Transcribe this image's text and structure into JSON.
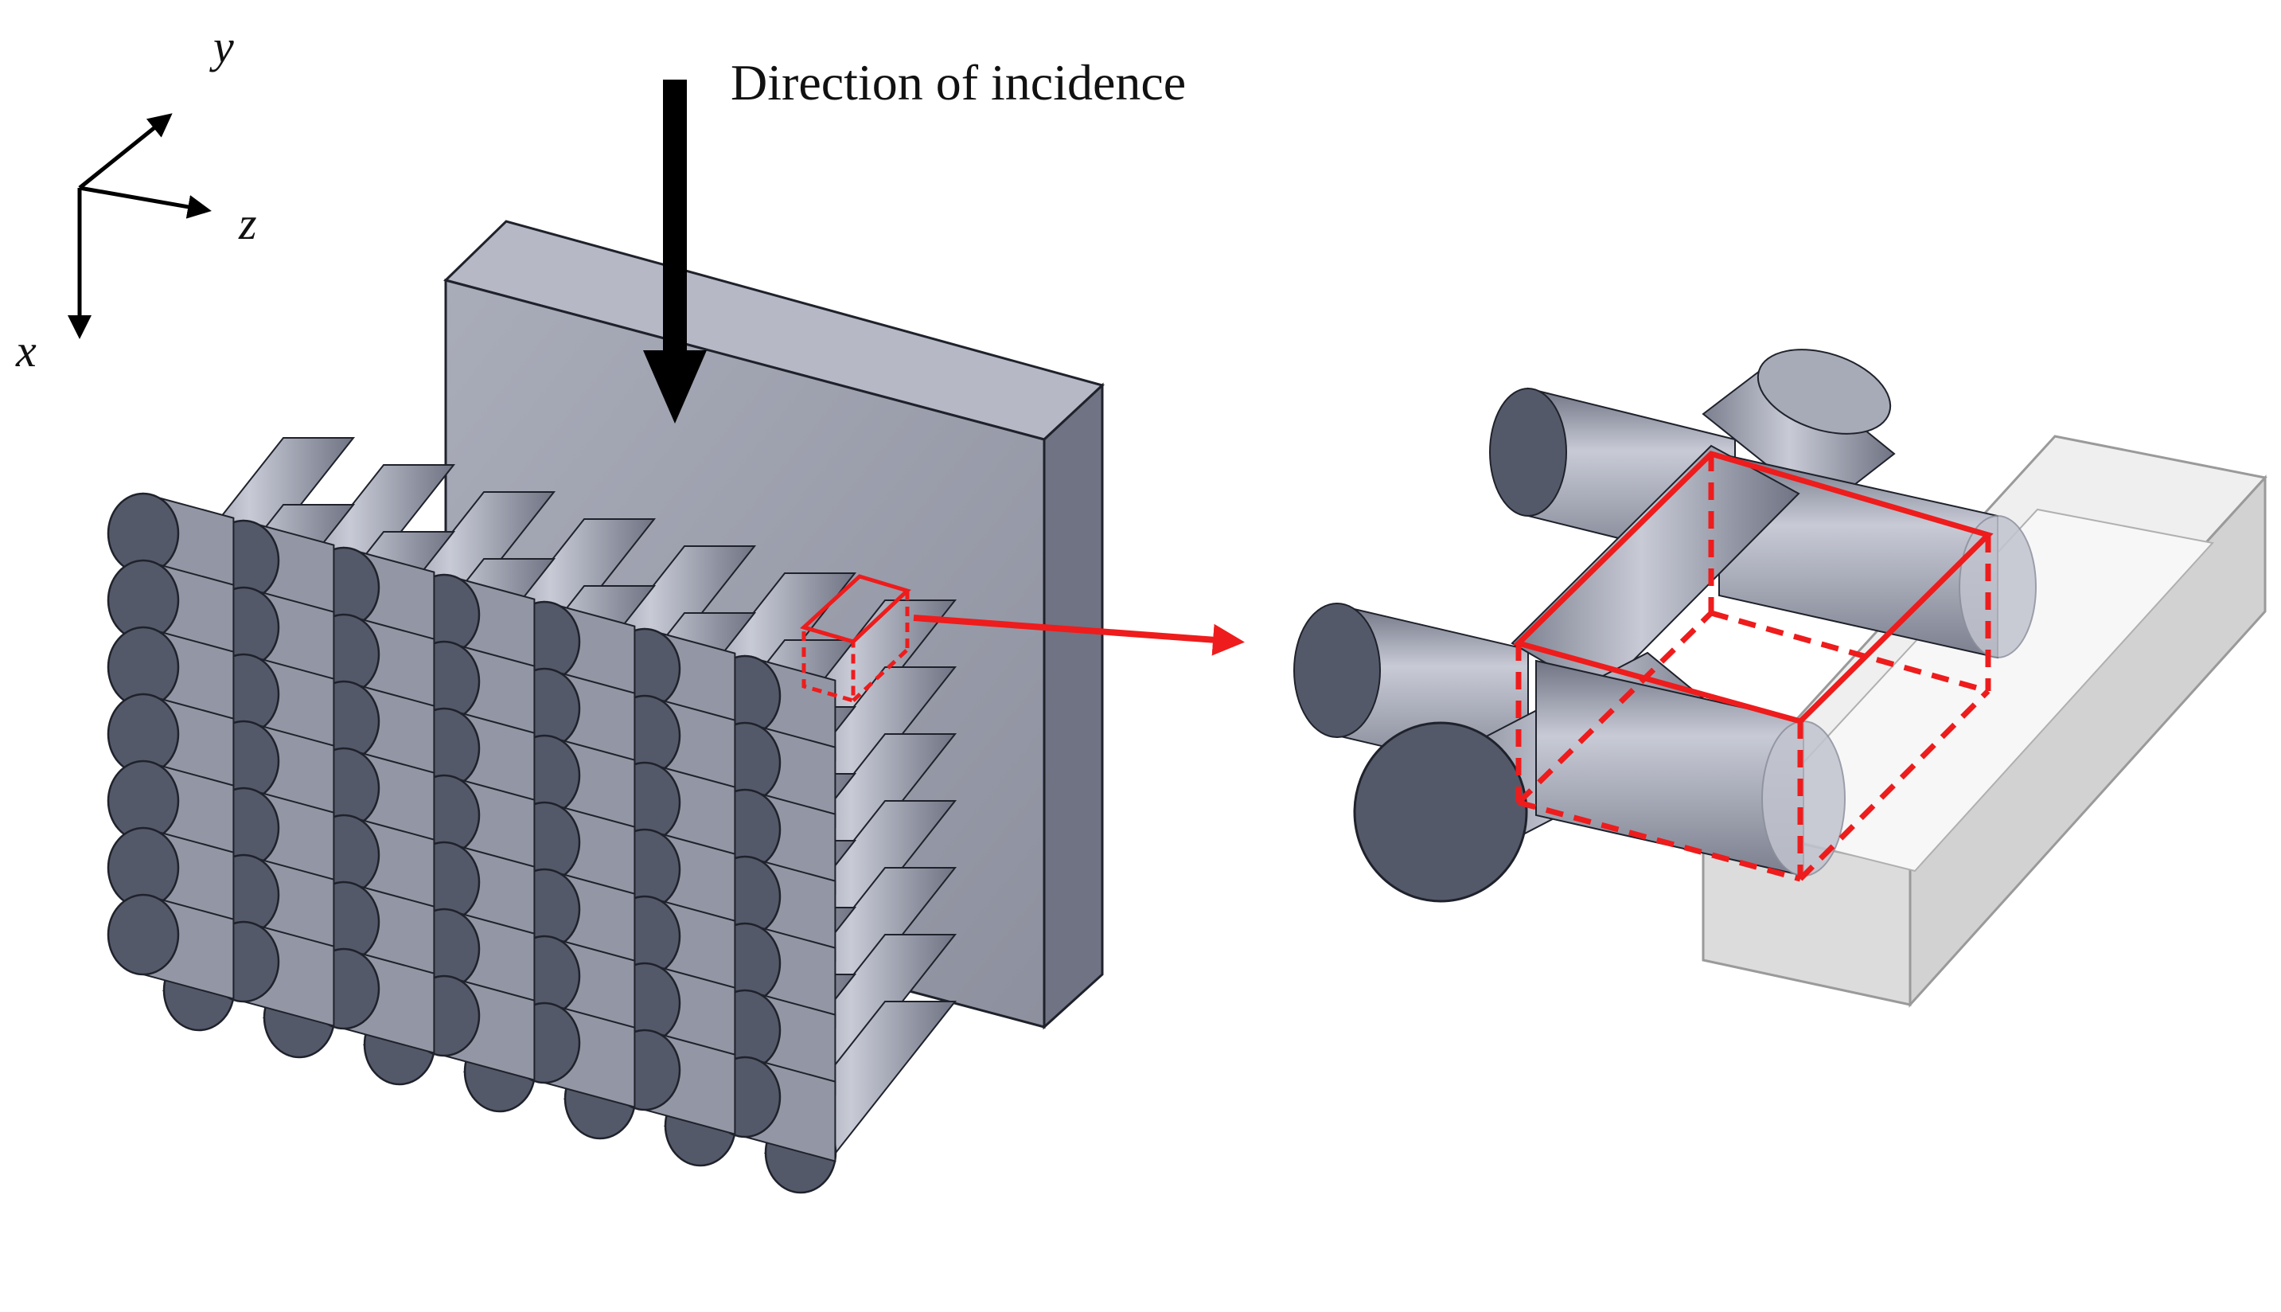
{
  "axes": {
    "x": "x",
    "y": "y",
    "z": "z"
  },
  "incidence_label": "Direction of incidence",
  "lattice": {
    "rows": 7,
    "columns": 7
  },
  "colors": {
    "rod_side": "#9397a5",
    "rod_highlight": "#c8cbd6",
    "rod_face": "#54596a",
    "outline": "#1f222b",
    "plate_front": "#9a9dab",
    "plate_side": "#6f7383",
    "plate_top": "#b6b9c5",
    "unit_cell": "#ee1c1c",
    "arrow": "#000000",
    "ghost_fill": "#e6e6e6",
    "ghost_line": "#9a9a9a"
  }
}
